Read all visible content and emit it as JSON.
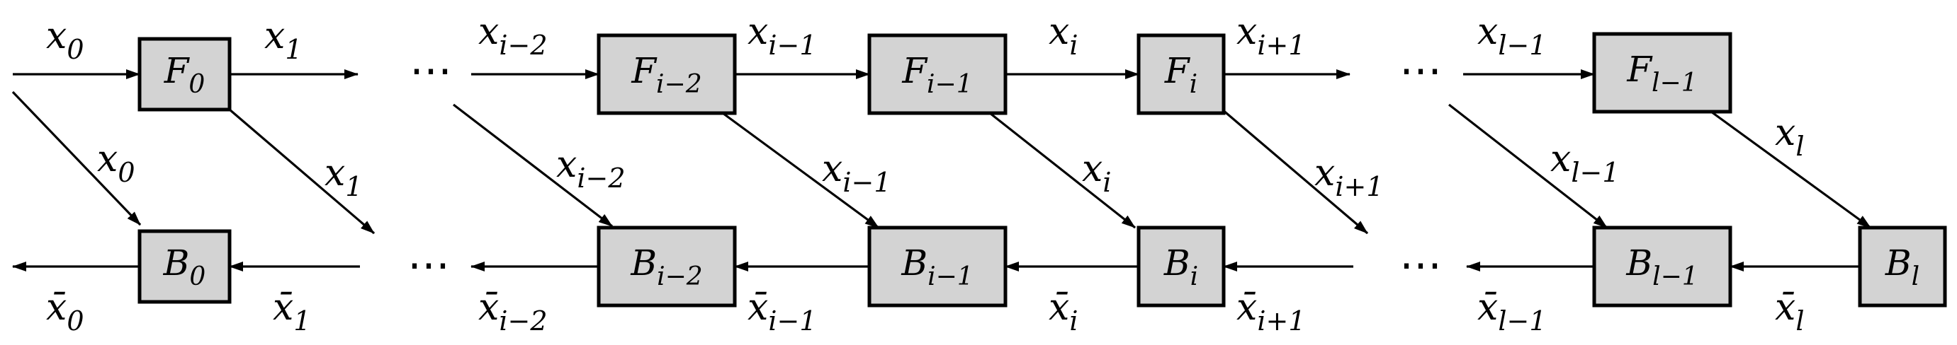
{
  "nodes": [
    {
      "id": "F0",
      "base": "F",
      "sub": "0"
    },
    {
      "id": "Fi-2",
      "base": "F",
      "sub": "i−2"
    },
    {
      "id": "Fi-1",
      "base": "F",
      "sub": "i−1"
    },
    {
      "id": "Fi",
      "base": "F",
      "sub": "i"
    },
    {
      "id": "Fl-1",
      "base": "F",
      "sub": "l−1"
    },
    {
      "id": "B0",
      "base": "B",
      "sub": "0"
    },
    {
      "id": "Bi-2",
      "base": "B",
      "sub": "i−2"
    },
    {
      "id": "Bi-1",
      "base": "B",
      "sub": "i−1"
    },
    {
      "id": "Bi",
      "base": "B",
      "sub": "i"
    },
    {
      "id": "Bl-1",
      "base": "B",
      "sub": "l−1"
    },
    {
      "id": "Bl",
      "base": "B",
      "sub": "l"
    }
  ],
  "edges": [
    {
      "id": "in-x0",
      "to": "F0",
      "label": {
        "base": "x",
        "sub": "0"
      }
    },
    {
      "id": "F0-x1",
      "from": "F0",
      "label": {
        "base": "x",
        "sub": "1"
      }
    },
    {
      "id": "in-xi-2",
      "to": "Fi-2",
      "label": {
        "base": "x",
        "sub": "i−2"
      }
    },
    {
      "id": "Fi-2-Fi-1",
      "from": "Fi-2",
      "to": "Fi-1",
      "label": {
        "base": "x",
        "sub": "i−1"
      }
    },
    {
      "id": "Fi-1-Fi",
      "from": "Fi-1",
      "to": "Fi",
      "label": {
        "base": "x",
        "sub": "i"
      }
    },
    {
      "id": "Fi-xi+1",
      "from": "Fi",
      "label": {
        "base": "x",
        "sub": "i+1"
      }
    },
    {
      "id": "in-xl-1",
      "to": "Fl-1",
      "label": {
        "base": "x",
        "sub": "l−1"
      }
    },
    {
      "id": "diag-x0",
      "to": "B0",
      "label": {
        "base": "x",
        "sub": "0"
      }
    },
    {
      "id": "diag-x1",
      "from": "F0",
      "label": {
        "base": "x",
        "sub": "1"
      }
    },
    {
      "id": "diag-xi-2",
      "to": "Bi-2",
      "label": {
        "base": "x",
        "sub": "i−2"
      }
    },
    {
      "id": "diag-xi-1",
      "from": "Fi-2",
      "to": "Bi-1",
      "label": {
        "base": "x",
        "sub": "i−1"
      }
    },
    {
      "id": "diag-xi",
      "from": "Fi-1",
      "to": "Bi",
      "label": {
        "base": "x",
        "sub": "i"
      }
    },
    {
      "id": "diag-xi+1",
      "from": "Fi",
      "label": {
        "base": "x",
        "sub": "i+1"
      }
    },
    {
      "id": "diag-xl-1",
      "to": "Bl-1",
      "label": {
        "base": "x",
        "sub": "l−1"
      }
    },
    {
      "id": "diag-xl",
      "from": "Fl-1",
      "to": "Bl",
      "label": {
        "base": "x",
        "sub": "l"
      }
    },
    {
      "id": "B0-out",
      "from": "B0",
      "label": {
        "base": "x̄",
        "sub": "0"
      }
    },
    {
      "id": "in-B0",
      "to": "B0",
      "label": {
        "base": "x̄",
        "sub": "1"
      }
    },
    {
      "id": "Bi-2-out",
      "from": "Bi-2",
      "label": {
        "base": "x̄",
        "sub": "i−2"
      }
    },
    {
      "id": "Bi-1-Bi-2",
      "from": "Bi-1",
      "to": "Bi-2",
      "label": {
        "base": "x̄",
        "sub": "i−1"
      }
    },
    {
      "id": "Bi-Bi-1",
      "from": "Bi",
      "to": "Bi-1",
      "label": {
        "base": "x̄",
        "sub": "i"
      }
    },
    {
      "id": "in-Bi",
      "to": "Bi",
      "label": {
        "base": "x̄",
        "sub": "i+1"
      }
    },
    {
      "id": "Bl-1-out",
      "from": "Bl-1",
      "label": {
        "base": "x̄",
        "sub": "l−1"
      }
    },
    {
      "id": "Bl-Bl-1",
      "from": "Bl",
      "to": "Bl-1",
      "label": {
        "base": "x̄",
        "sub": "l"
      }
    }
  ],
  "ellipses": [
    "⋯",
    "⋯",
    "⋯",
    "⋯"
  ]
}
